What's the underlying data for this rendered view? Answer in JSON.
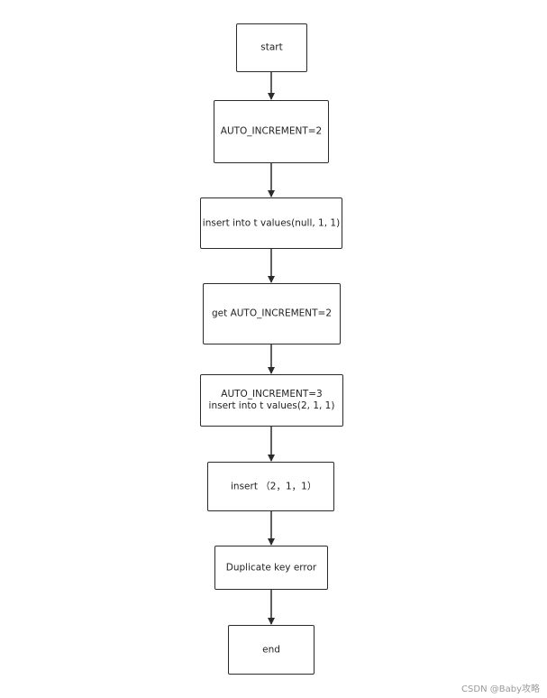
{
  "flowchart": {
    "nodes": [
      {
        "id": "start",
        "lines": [
          "start"
        ]
      },
      {
        "id": "set-auto-increment",
        "lines": [
          "AUTO_INCREMENT=2"
        ]
      },
      {
        "id": "insert-null",
        "lines": [
          "insert into t values(null, 1, 1)"
        ]
      },
      {
        "id": "get-auto-increment",
        "lines": [
          "get AUTO_INCREMENT=2"
        ]
      },
      {
        "id": "update-and-insert",
        "lines": [
          "AUTO_INCREMENT=3",
          "insert into t values(2, 1, 1)"
        ]
      },
      {
        "id": "insert-row",
        "lines": [
          "insert （2，1，1）"
        ]
      },
      {
        "id": "duplicate-error",
        "lines": [
          "Duplicate key error"
        ]
      },
      {
        "id": "end",
        "lines": [
          "end"
        ]
      }
    ],
    "edges": [
      {
        "from": "start",
        "to": "set-auto-increment"
      },
      {
        "from": "set-auto-increment",
        "to": "insert-null"
      },
      {
        "from": "insert-null",
        "to": "get-auto-increment"
      },
      {
        "from": "get-auto-increment",
        "to": "update-and-insert"
      },
      {
        "from": "update-and-insert",
        "to": "insert-row"
      },
      {
        "from": "insert-row",
        "to": "duplicate-error"
      },
      {
        "from": "duplicate-error",
        "to": "end"
      }
    ]
  },
  "watermark": "CSDN @Baby攻略"
}
